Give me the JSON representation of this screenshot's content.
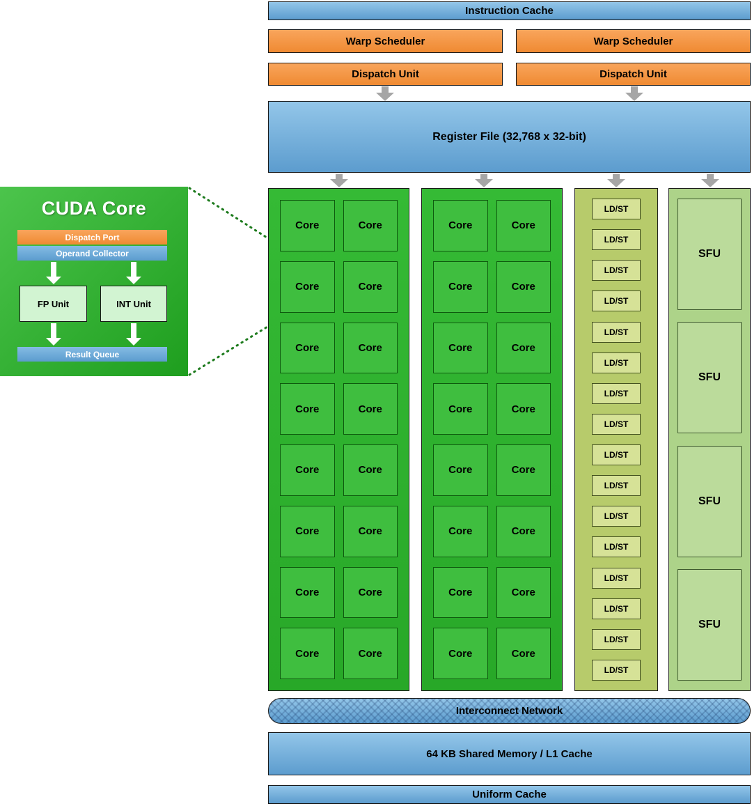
{
  "diagram": {
    "instruction_cache": "Instruction Cache",
    "warp_scheduler_left": "Warp Scheduler",
    "warp_scheduler_right": "Warp Scheduler",
    "dispatch_unit_left": "Dispatch Unit",
    "dispatch_unit_right": "Dispatch Unit",
    "register_file": "Register File (32,768 x 32-bit)",
    "core_label": "Core",
    "core_boxes_per_column": 16,
    "ldst_label": "LD/ST",
    "ldst_count": 16,
    "sfu_label": "SFU",
    "sfu_count": 4,
    "interconnect": "Interconnect Network",
    "shared_memory": "64 KB Shared Memory / L1 Cache",
    "uniform_cache": "Uniform Cache"
  },
  "cuda_core": {
    "title": "CUDA Core",
    "dispatch_port": "Dispatch Port",
    "operand_collector": "Operand Collector",
    "fp_unit": "FP Unit",
    "int_unit": "INT Unit",
    "result_queue": "Result Queue"
  },
  "colors": {
    "blue": "#6FABD9",
    "orange": "#F79646",
    "core_column_green": "#2FB52F",
    "core_box_green": "#3FBE3F",
    "ldst_column": "#B7CB6B",
    "ldst_box": "#D6E297",
    "sfu_column": "#ADD389",
    "sfu_box": "#BBDB9B",
    "inset_green": "#35B735",
    "arrow_gray": "#A6A6A6",
    "dotted_line_green": "#1C7A1C"
  }
}
